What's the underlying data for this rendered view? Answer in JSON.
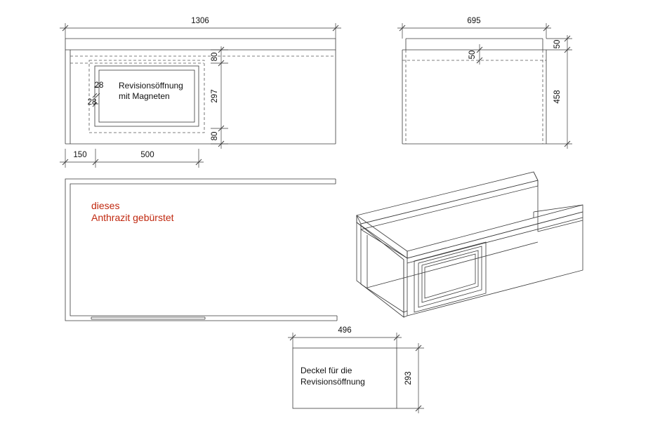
{
  "dimensions": {
    "front_width": "1306",
    "front_top_offset": "80",
    "front_opening_height": "297",
    "front_bottom_offset": "80",
    "frame_horizontal": "28",
    "frame_vertical": "28",
    "opening_left_offset": "150",
    "opening_width": "500",
    "side_width": "695",
    "side_top": "50",
    "side_inner_offset": "50",
    "side_height": "458",
    "cover_width": "496",
    "cover_height": "293"
  },
  "labels": {
    "revision_line1": "Revisionsöffnung",
    "revision_line2": "mit Magneten",
    "cover_line1": "Deckel für die",
    "cover_line2": "Revisionsöffnung"
  },
  "note": {
    "line1": "dieses",
    "line2": "Anthrazit gebürstet",
    "color": "#c0280f"
  }
}
